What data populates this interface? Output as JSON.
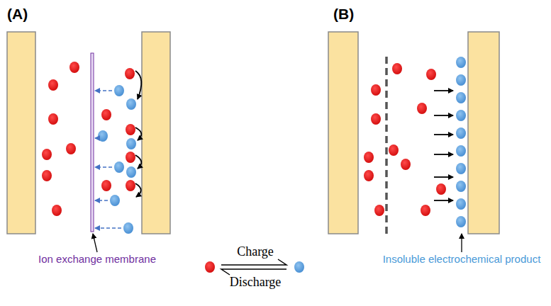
{
  "diagram": {
    "labels": [
      "(A)",
      "(B)",
      "Ion exchange membrane",
      "Charge",
      "Discharge",
      "Insoluble electrochemical product"
    ]
  }
}
